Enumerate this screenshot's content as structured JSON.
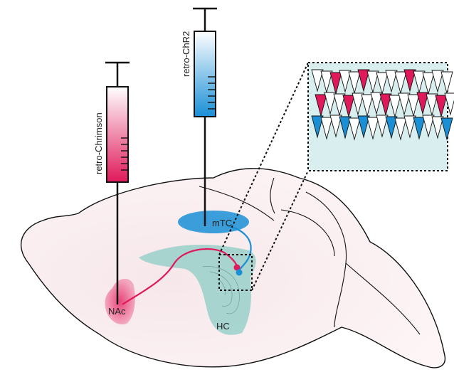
{
  "labels": {
    "syringe_left": "retro-Chrimson",
    "syringe_right": "retro-ChR2",
    "region_nac": "NAc",
    "region_mtc": "mTC",
    "region_hc": "HC"
  },
  "colors": {
    "chrimson": "#e0195a",
    "chr2": "#1a8fd6",
    "hc_fill": "#9fd1cc",
    "brain_fill": "#fbeef0",
    "inset_bg": "#d9efef",
    "outline": "#111111"
  },
  "inset": {
    "rows": [
      [
        "white",
        "white",
        "red",
        "white",
        "white",
        "red",
        "white",
        "white",
        "white",
        "white",
        "red",
        "white",
        "white",
        "white",
        "white"
      ],
      [
        "red",
        "white",
        "white",
        "red",
        "white",
        "white",
        "white",
        "red",
        "white",
        "white",
        "white",
        "red",
        "white",
        "red",
        "white"
      ],
      [
        "blue",
        "white",
        "white",
        "blue",
        "white",
        "blue",
        "white",
        "white",
        "blue",
        "white",
        "white",
        "blue",
        "white",
        "white",
        "blue"
      ]
    ]
  }
}
